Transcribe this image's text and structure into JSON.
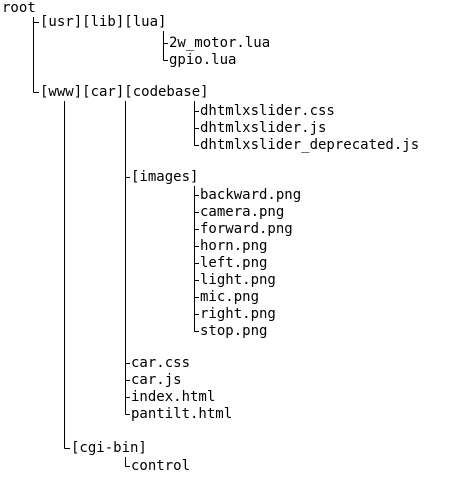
{
  "tree": {
    "root": "root",
    "usr_lib_lua": {
      "label": "[usr][lib][lua]",
      "files": [
        "2w_motor.lua",
        "gpio.lua"
      ]
    },
    "www_car_codebase": {
      "label": "[www][car][codebase]",
      "files": [
        "dhtmlxslider.css",
        "dhtmlxslider.js",
        "dhtmlxslider_deprecated.js"
      ],
      "images": {
        "label": "[images]",
        "files": [
          "backward.png",
          "camera.png",
          "forward.png",
          "horn.png",
          "left.png",
          "light.png",
          "mic.png",
          "right.png",
          "stop.png"
        ]
      },
      "car_files": [
        "car.css",
        "car.js",
        "index.html",
        "pantilt.html"
      ]
    },
    "cgi_bin": {
      "label": "[cgi-bin]",
      "files": [
        "control"
      ]
    }
  }
}
